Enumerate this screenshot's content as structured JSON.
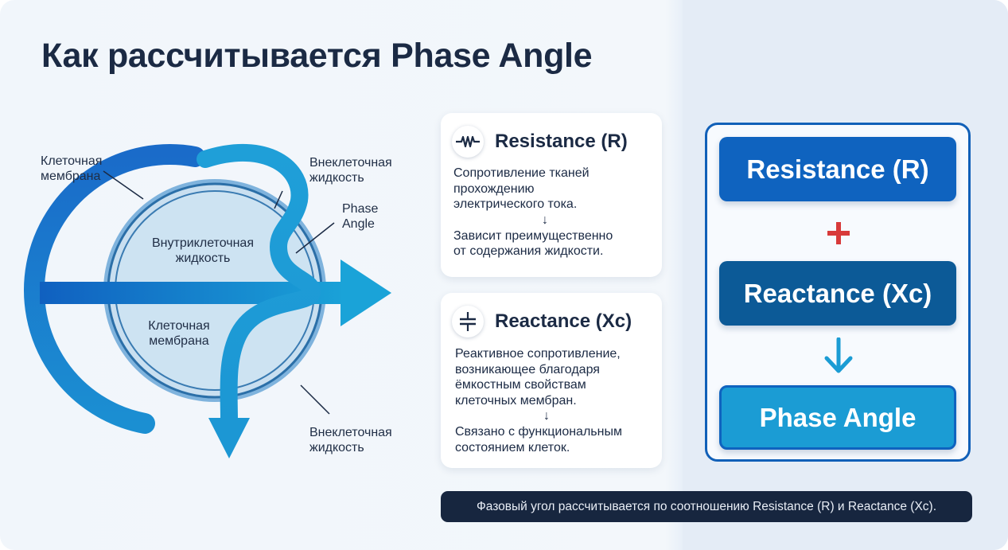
{
  "title": "Как рассчитывается Phase Angle",
  "diagram": {
    "labels": {
      "membrane_top": "Клеточная\nмембрана",
      "extracellular_top": "Внеклеточная\nжидкость",
      "phase_angle": "Phase\nAngle",
      "intracellular": "Внутриклеточная\nжидкость",
      "membrane_inner": "Клеточная\nмембрана",
      "extracellular_bottom": "Внеклеточная\nжидкость"
    }
  },
  "cards": {
    "resistance": {
      "icon": "resistor-icon",
      "title": "Resistance (R)",
      "line1": "Сопротивление тканей",
      "line2": "прохождению",
      "line3": "электрического тока.",
      "arrow": "↓",
      "line4": "Зависит преимущественно",
      "line5": "от содержания жидкости."
    },
    "reactance": {
      "icon": "capacitor-icon",
      "title": "Reactance (Xc)",
      "line1": "Реактивное сопротивление,",
      "line2": "возникающее благодаря",
      "line3": "ёмкостным свойствам",
      "line4": "клеточных мембран.",
      "arrow": "↓",
      "line5": "Связано с функциональным",
      "line6": "состоянием клеток."
    }
  },
  "flow": {
    "resistance_label": "Resistance (R)",
    "reactance_label": "Reactance (Xc)",
    "phase_angle_label": "Phase Angle",
    "plus_icon": "plus-icon",
    "down_icon": "arrow-down-icon"
  },
  "footer": "Фазовый угол рассчитывается по соотношению Resistance (R) и Reactance (Xc).",
  "colors": {
    "accent_blue": "#0f63bf",
    "teal": "#1b9cd4",
    "dark_blue": "#0c5a97",
    "plus_red": "#d83a3a",
    "navy_text": "#1b2a44"
  }
}
